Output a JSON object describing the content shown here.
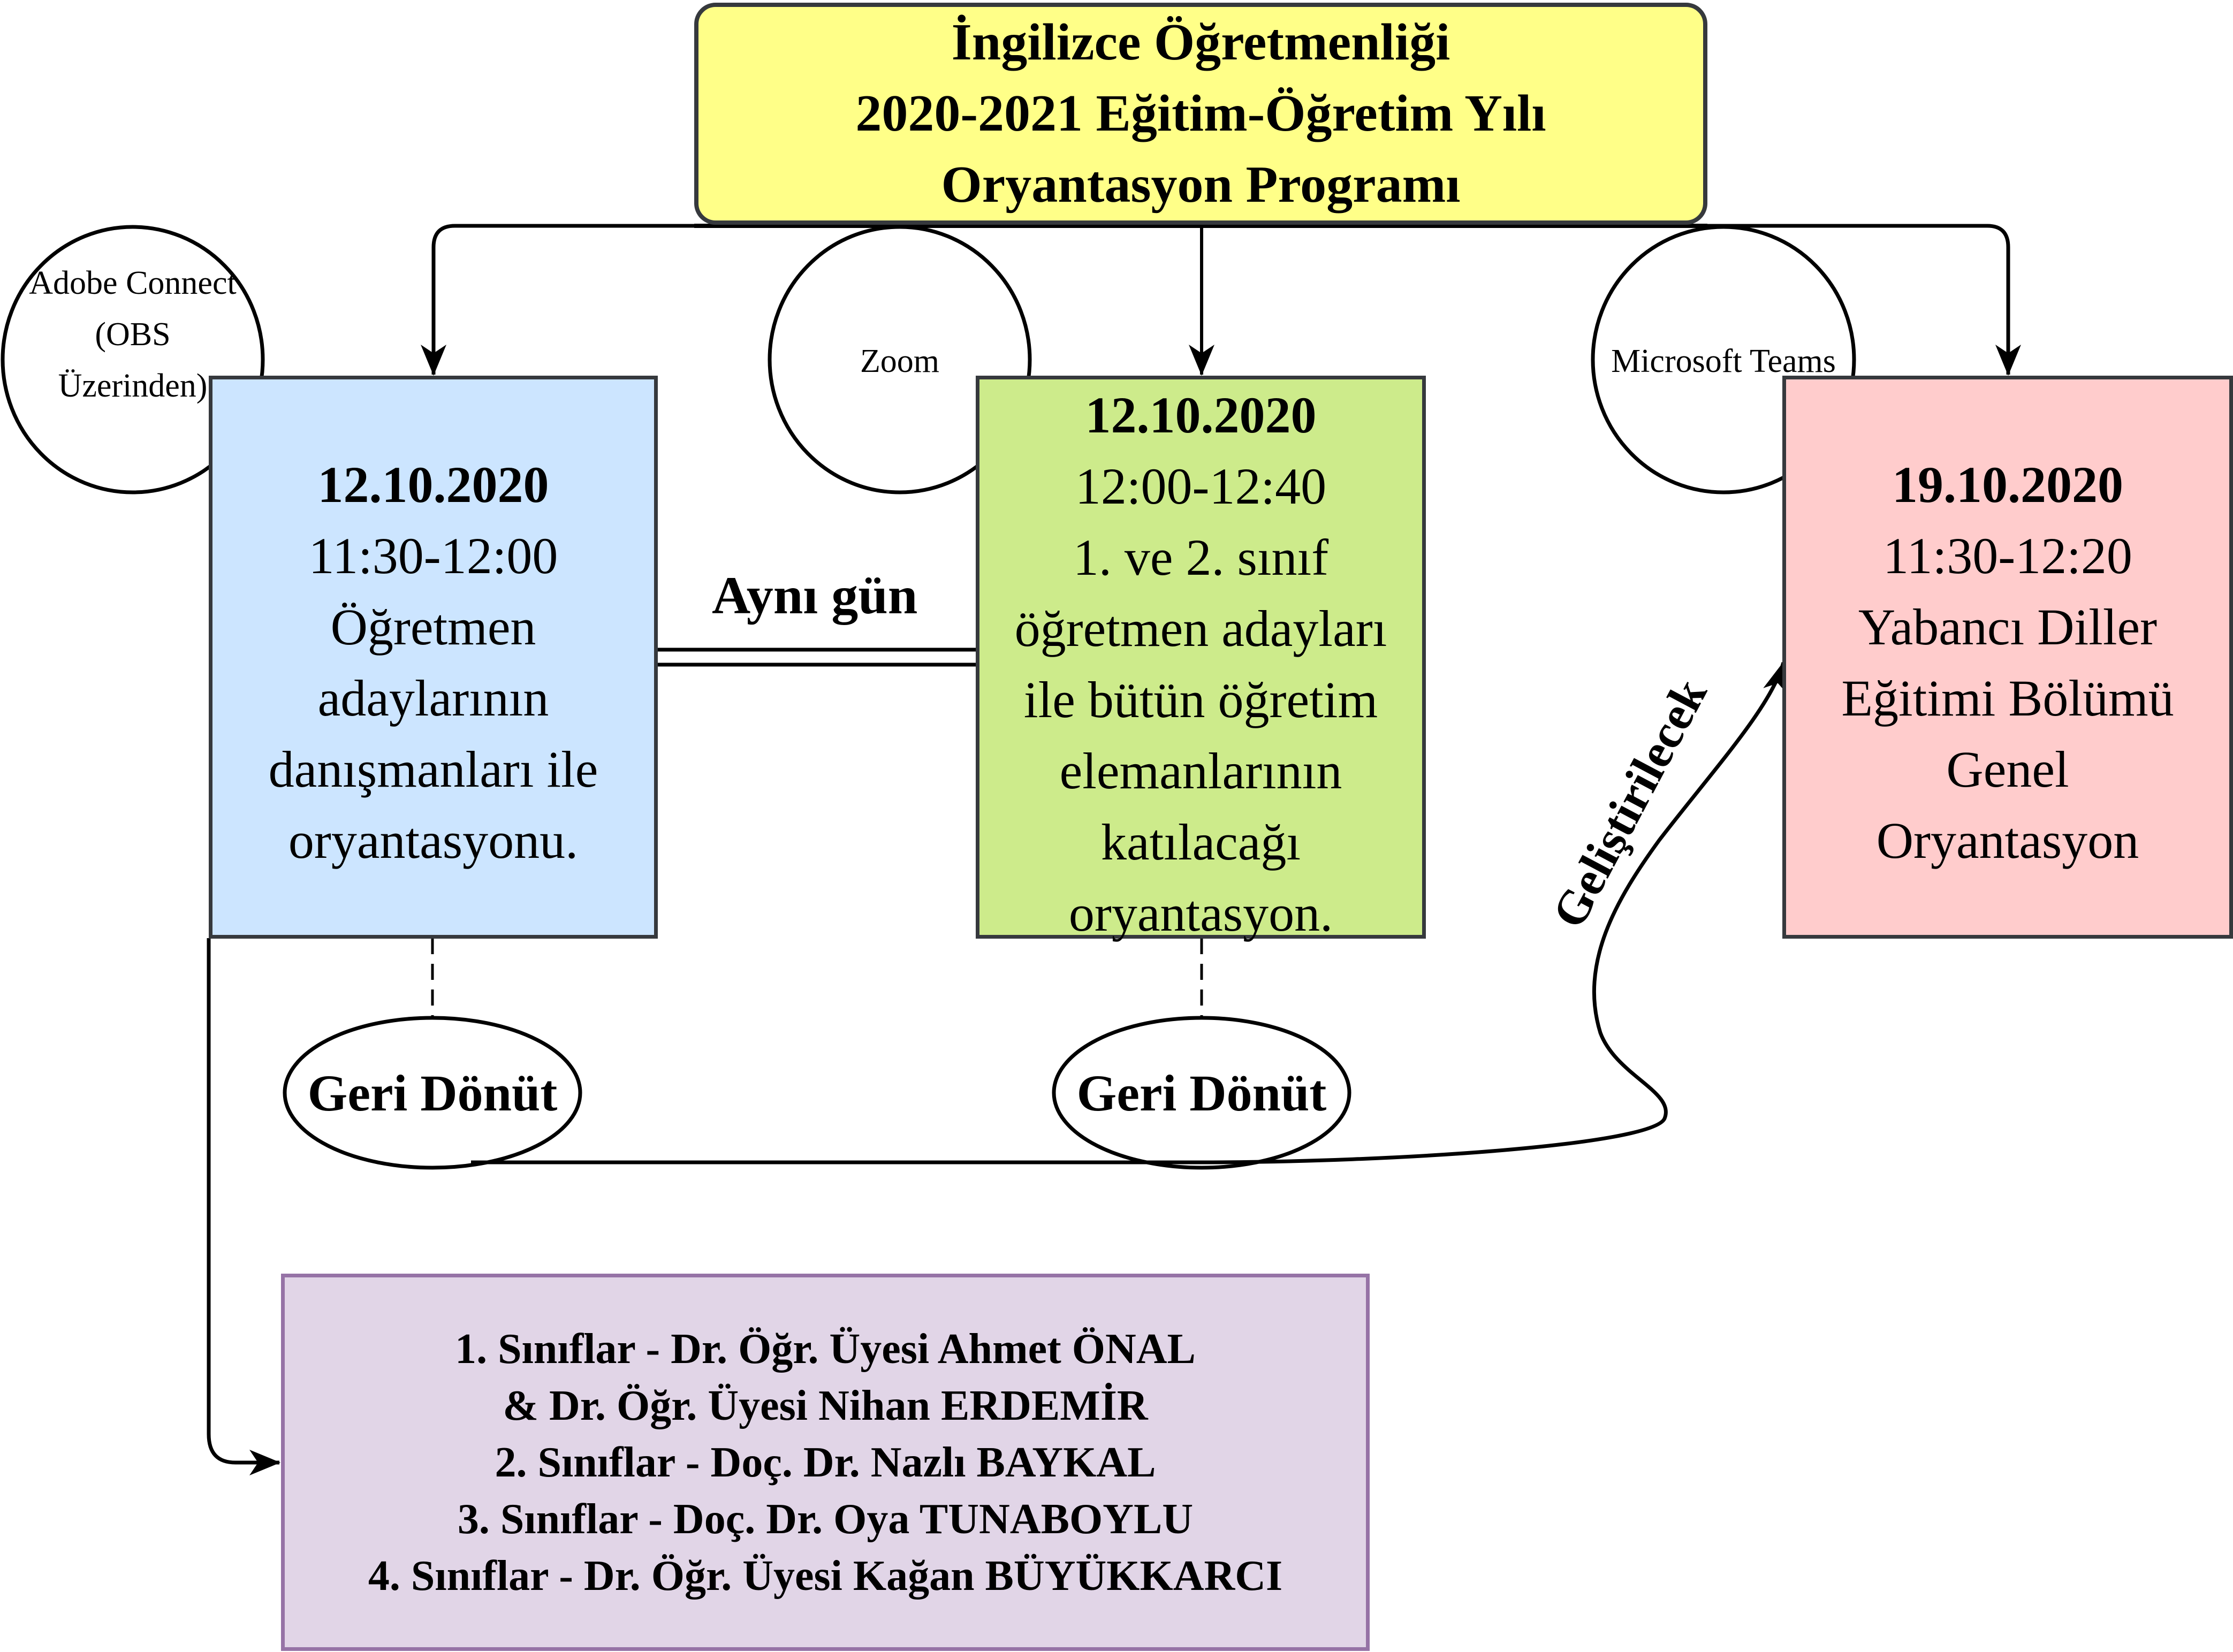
{
  "title": {
    "lines": [
      "İngilizce Öğretmenliği",
      "2020-2021 Eğitim-Öğretim Yılı",
      "Oryantasyon Programı"
    ]
  },
  "platforms": {
    "adobe": [
      "Adobe Connect",
      "(OBS",
      "Üzerinden)"
    ],
    "zoom": "Zoom",
    "teams": "Microsoft Teams"
  },
  "sessions": [
    {
      "date": "12.10.2020",
      "time": "11:30-12:00",
      "description": [
        "Öğretmen",
        "adaylarının",
        "danışmanları ile",
        "oryantasyonu."
      ],
      "color": "#cce5ff"
    },
    {
      "date": "12.10.2020",
      "time": "12:00-12:40",
      "description": [
        "1. ve 2. sınıf",
        "öğretmen adayları",
        "ile bütün öğretim",
        "elemanlarının",
        "katılacağı",
        "oryantasyon."
      ],
      "color": "#cdeb8b"
    },
    {
      "date": "19.10.2020",
      "time": "11:30-12:20",
      "description": [
        "Yabancı Diller",
        "Eğitimi Bölümü",
        "Genel",
        "Oryantasyon"
      ],
      "color": "#ffcccc"
    }
  ],
  "connector_labels": {
    "same_day": "Aynı gün",
    "improve": "Geliştirilecek"
  },
  "feedback": [
    "Geri Dönüt",
    "Geri Dönüt"
  ],
  "advisors": [
    "1. Sınıflar - Dr. Öğr. Üyesi Ahmet ÖNAL",
    "& Dr. Öğr. Üyesi Nihan ERDEMİR",
    "2. Sınıflar - Doç. Dr. Nazlı BAYKAL",
    "3. Sınıflar - Doç. Dr. Oya TUNABOYLU",
    "4. Sınıflar - Dr. Öğr. Üyesi Kağan BÜYÜKKARCI"
  ],
  "colors": {
    "title_fill": "#ffff88",
    "advisors_fill": "#e1d5e7",
    "advisors_border": "#9673a6",
    "box_border": "#36393d"
  }
}
